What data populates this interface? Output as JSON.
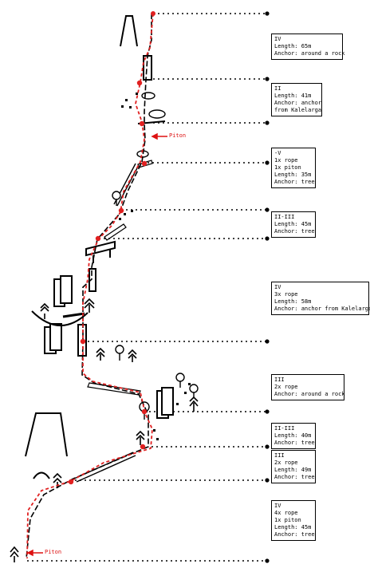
{
  "diagram": {
    "pitches": [
      {
        "grade": "IV",
        "length": "Length: 65m",
        "anchor": "Anchor: around a rock"
      },
      {
        "grade": "II",
        "length": "Length: 41m",
        "anchor": "Anchor: anchor",
        "anchor_extra": "from Kalelarga"
      },
      {
        "grade": "-V",
        "rope": "1x rope",
        "piton": "1x piton",
        "length": "Length: 35m",
        "anchor": "Anchor: tree"
      },
      {
        "grade": "II-III",
        "length": "Length: 45m",
        "anchor": "Anchor: tree"
      },
      {
        "grade": "IV",
        "rope": "3x rope",
        "length": "Length: 58m",
        "anchor": "Anchor: anchor from Kalelarga"
      },
      {
        "grade": "III",
        "rope": "2x rope",
        "anchor": "Anchor: around a rock"
      },
      {
        "grade": "II-III",
        "length": "Length: 40m",
        "anchor": "Anchor: tree"
      },
      {
        "grade": "III",
        "rope": "2x rope",
        "length": "Length: 49m",
        "anchor": "Anchor: tree"
      },
      {
        "grade": "IV",
        "rope": "4x rope",
        "piton": "1x piton",
        "length": "Length: 45m",
        "anchor": "Anchor: tree"
      }
    ],
    "piton_labels": [
      "Piton",
      "Piton"
    ],
    "colors": {
      "route": "#e02020",
      "ink": "#000000",
      "piton_arrow": "#d11111"
    }
  }
}
